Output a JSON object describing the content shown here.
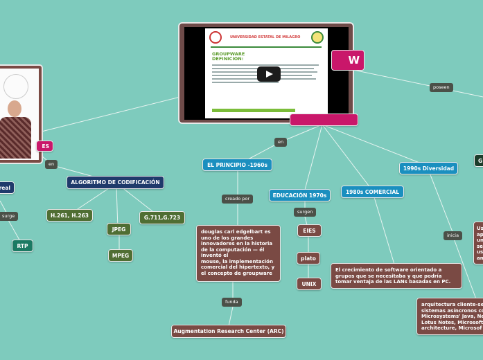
{
  "colors": {
    "background": "#7ecbbd",
    "accent": "#c9176a",
    "node_blue": "#1a8fbf"
  },
  "video": {
    "university": "UNIVERSIDAD ESTATAL DE MILAGRO",
    "slide_title": "GROUPWARE\nDEFINICION:",
    "play_icon": "play-button-icon"
  },
  "main_title": "W",
  "labels": {
    "poseen": "poseen",
    "en_top": "en",
    "en_left": "en",
    "creado_por": "creado por",
    "funda": "funda",
    "surgen": "surgen",
    "inicia": "inicia",
    "surge": "surge"
  },
  "nodes": {
    "es": "ES",
    "real": "real",
    "rtp": "RTP",
    "algoritmo": "ALGORITMO DE CODIFICACIÓN",
    "h261": "H.261, H.263",
    "jpeg": "JPEG",
    "mpeg": "MPEG",
    "g711": "G.711,G.723",
    "principio": "EL PRINCIPIO -1960s",
    "educacion": "EDUCACIÓN 1970s",
    "comercial": "1980s COMERCIAL",
    "diversidad": "1990s Diversidad",
    "eies": "EIES",
    "plato": "plato",
    "unix": "UNIX",
    "arc": "Augmentation Research Center (ARC)",
    "g_right": "G"
  },
  "paragraphs": {
    "douglas": "douglas carl edgelbart es\nuno de los grandes\ninnovadores en la historia\nde la computación — él\ninventó el\n mouse, la implementación\ncomercial del hipertexto, y\nel concepto de groupware",
    "software": "El crecimiento de software orientado a\ngrupos que se necesitaba y que podría\ntomar ventaja de las LANs basadas en PC.",
    "arquitectura": "arquitectura cliente-se\nsistemas asíncronos co\nMicrosystems' Java, Ne\nLotus Notes, Microsoft\narchitecture, Microsof",
    "right_partial": "Us\nap\nun\nse\nus\nan"
  }
}
